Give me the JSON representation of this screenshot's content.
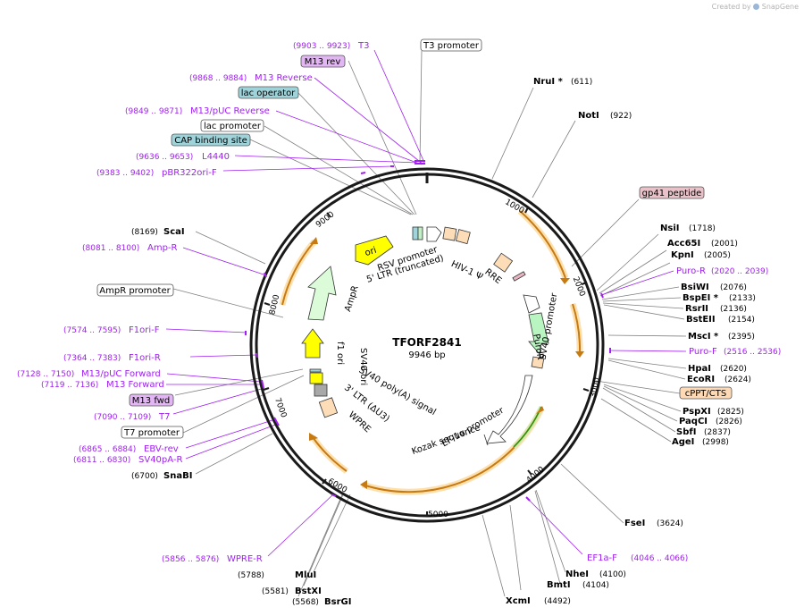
{
  "credit": {
    "prefix": "Created by",
    "brand": "SnapGene"
  },
  "plasmid": {
    "name": "TFORF2841",
    "length": "9946 bp",
    "length_bp": 9946
  },
  "ticks": [
    "1000",
    "2000",
    "3000",
    "4000",
    "5000",
    "6000",
    "7000",
    "8000",
    "9000"
  ],
  "enzymes": [
    {
      "name": "NruI *",
      "pos": "(611)"
    },
    {
      "name": "NotI",
      "pos": "(922)"
    },
    {
      "name": "NsiI",
      "pos": "(1718)"
    },
    {
      "name": "Acc65I",
      "pos": "(2001)"
    },
    {
      "name": "KpnI",
      "pos": "(2005)"
    },
    {
      "name": "BsiWI",
      "pos": "(2076)"
    },
    {
      "name": "BspEI *",
      "pos": "(2133)"
    },
    {
      "name": "RsrII",
      "pos": "(2136)"
    },
    {
      "name": "BstEII",
      "pos": "(2154)"
    },
    {
      "name": "MscI *",
      "pos": "(2395)"
    },
    {
      "name": "HpaI",
      "pos": "(2620)"
    },
    {
      "name": "EcoRI",
      "pos": "(2624)"
    },
    {
      "name": "PspXI",
      "pos": "(2825)"
    },
    {
      "name": "PaqCI",
      "pos": "(2826)"
    },
    {
      "name": "SbfI",
      "pos": "(2837)"
    },
    {
      "name": "AgeI",
      "pos": "(2998)"
    },
    {
      "name": "FseI",
      "pos": "(3624)"
    },
    {
      "name": "NheI",
      "pos": "(4100)"
    },
    {
      "name": "BmtI",
      "pos": "(4104)"
    },
    {
      "name": "XcmI",
      "pos": "(4492)"
    },
    {
      "name": "BsrGI",
      "pos": "(5568)"
    },
    {
      "name": "BstXI",
      "pos": "(5581)"
    },
    {
      "name": "MluI",
      "pos": "(5788)"
    },
    {
      "name": "SnaBI",
      "pos": "(6700)"
    },
    {
      "name": "ScaI",
      "pos": "(8169)"
    }
  ],
  "primers": [
    {
      "name": "T3",
      "pos": "(9903 .. 9923)"
    },
    {
      "name": "M13 Reverse",
      "pos": "(9868 .. 9884)"
    },
    {
      "name": "M13/pUC Reverse",
      "pos": "(9849 .. 9871)"
    },
    {
      "name": "L4440",
      "pos": "(9636 .. 9653)"
    },
    {
      "name": "pBR322ori-F",
      "pos": "(9383 .. 9402)"
    },
    {
      "name": "Amp-R",
      "pos": "(8081 .. 8100)"
    },
    {
      "name": "F1ori-F",
      "pos": "(7574 .. 7595)"
    },
    {
      "name": "F1ori-R",
      "pos": "(7364 .. 7383)"
    },
    {
      "name": "M13/pUC Forward",
      "pos": "(7128 .. 7150)"
    },
    {
      "name": "M13 Forward",
      "pos": "(7119 .. 7136)"
    },
    {
      "name": "T7",
      "pos": "(7090 .. 7109)"
    },
    {
      "name": "EBV-rev",
      "pos": "(6865 .. 6884)"
    },
    {
      "name": "SV40pA-R",
      "pos": "(6811 .. 6830)"
    },
    {
      "name": "WPRE-R",
      "pos": "(5856 .. 5876)"
    },
    {
      "name": "Puro-R",
      "pos": "(2020 .. 2039)"
    },
    {
      "name": "Puro-F",
      "pos": "(2516 .. 2536)"
    },
    {
      "name": "EF1a-F",
      "pos": "(4046 .. 4066)"
    }
  ],
  "boxed_labels": [
    {
      "text": "T3 promoter"
    },
    {
      "text": "M13 rev"
    },
    {
      "text": "lac operator"
    },
    {
      "text": "lac promoter"
    },
    {
      "text": "CAP binding site"
    },
    {
      "text": "gp41 peptide"
    },
    {
      "text": "cPPT/CTS"
    },
    {
      "text": "AmpR promoter"
    },
    {
      "text": "M13 fwd"
    },
    {
      "text": "T7 promoter"
    }
  ],
  "inner_features": [
    "RSV promoter",
    "5' LTR (truncated)",
    "HIV-1 Ψ",
    "RRE",
    "PuroR",
    "SV40 promoter",
    "EF-1α promoter",
    "Kozak sequence",
    "WPRE",
    "3' LTR (ΔU3)",
    "SV40 poly(A) signal",
    "SV40 ori",
    "f1 ori",
    "AmpR",
    "ori"
  ],
  "colors": {
    "primer": "#a020f0",
    "ring": "#1a1a1a",
    "orf": "#f5a623",
    "puro": "#b8f5c0",
    "ori": "#ffff00",
    "peach": "#fddcb8",
    "lac_box": "#9fd3da",
    "purple_box": "#e2b6f2",
    "pink_box": "#e8c2c8",
    "orange_box": "#fdd9b5"
  }
}
